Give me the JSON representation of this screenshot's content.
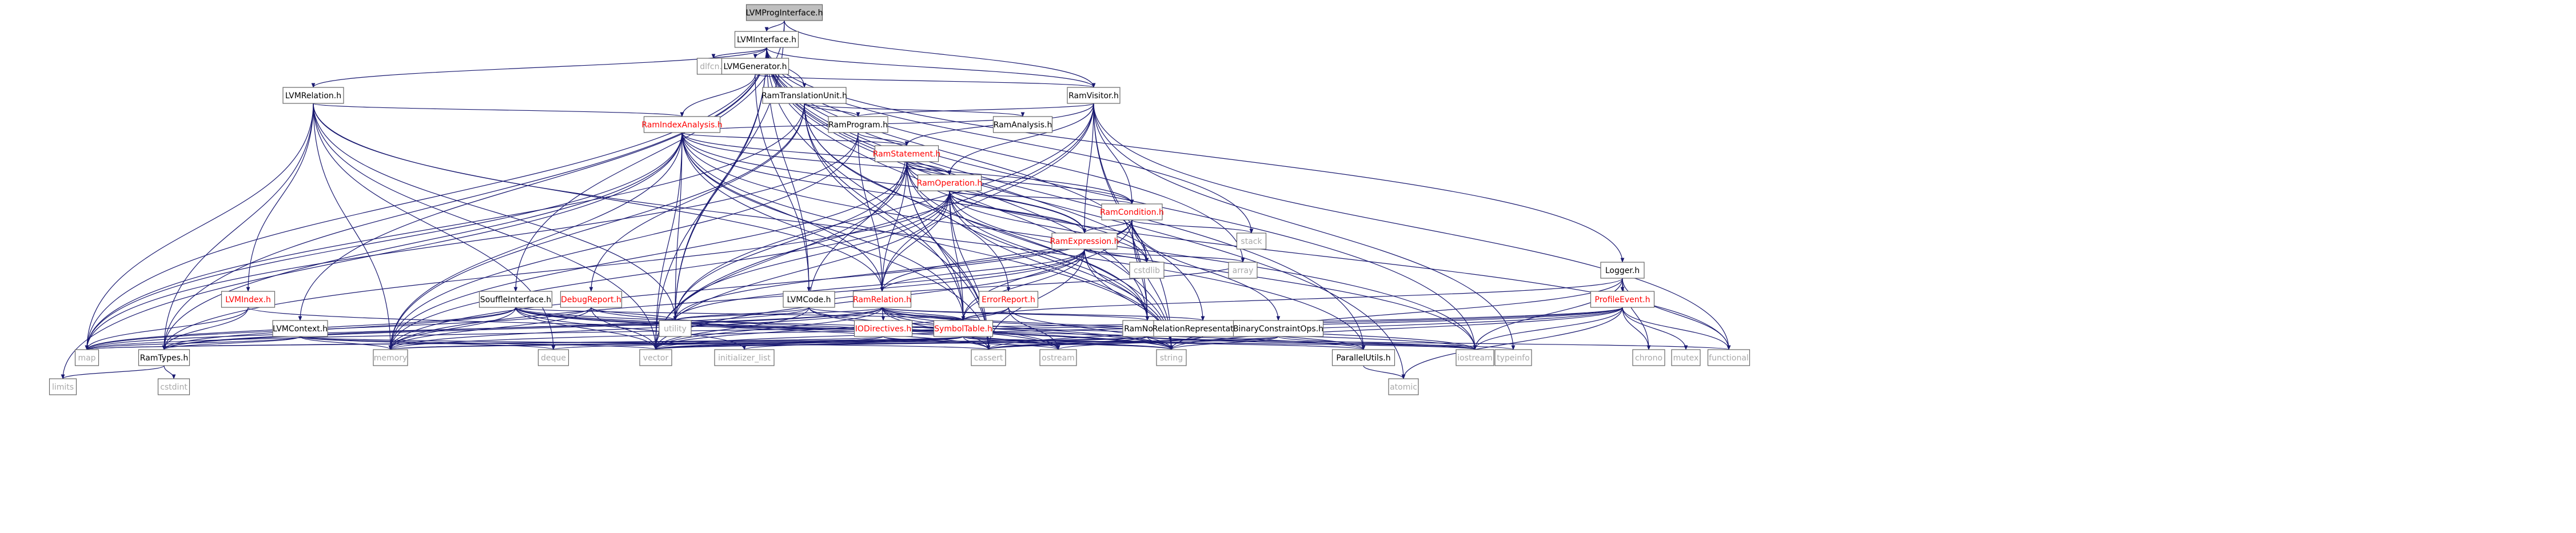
{
  "colors": {
    "edge": "#191970",
    "root_fill": "#bfbfbf",
    "node_fill": "#ffffff",
    "node_border": "#666666",
    "external_border": "#d3d3d3",
    "external_text": "#a9a9a9",
    "linked_text": "#000000",
    "incomplete_text": "#ff0000"
  },
  "nodes": [
    {
      "id": "LVMProgInterface.h",
      "label": "LVMProgInterface.h",
      "kind": "root"
    },
    {
      "id": "LVMInterface.h",
      "label": "LVMInterface.h",
      "kind": "linked"
    },
    {
      "id": "dlfcn.h",
      "label": "dlfcn.h",
      "kind": "external"
    },
    {
      "id": "LVMGenerator.h",
      "label": "LVMGenerator.h",
      "kind": "linked"
    },
    {
      "id": "RamTranslationUnit.h",
      "label": "RamTranslationUnit.h",
      "kind": "linked"
    },
    {
      "id": "LVMRelation.h",
      "label": "LVMRelation.h",
      "kind": "linked"
    },
    {
      "id": "RamVisitor.h",
      "label": "RamVisitor.h",
      "kind": "linked"
    },
    {
      "id": "RamIndexAnalysis.h",
      "label": "RamIndexAnalysis.h",
      "kind": "incomplete"
    },
    {
      "id": "RamProgram.h",
      "label": "RamProgram.h",
      "kind": "linked"
    },
    {
      "id": "RamAnalysis.h",
      "label": "RamAnalysis.h",
      "kind": "linked"
    },
    {
      "id": "RamStatement.h",
      "label": "RamStatement.h",
      "kind": "incomplete"
    },
    {
      "id": "RamOperation.h",
      "label": "RamOperation.h",
      "kind": "incomplete"
    },
    {
      "id": "RamCondition.h",
      "label": "RamCondition.h",
      "kind": "incomplete"
    },
    {
      "id": "RamExpression.h",
      "label": "RamExpression.h",
      "kind": "incomplete"
    },
    {
      "id": "stack",
      "label": "stack",
      "kind": "external"
    },
    {
      "id": "cstdlib",
      "label": "cstdlib",
      "kind": "external"
    },
    {
      "id": "array",
      "label": "array",
      "kind": "external"
    },
    {
      "id": "Logger.h",
      "label": "Logger.h",
      "kind": "linked"
    },
    {
      "id": "ProfileEvent.h",
      "label": "ProfileEvent.h",
      "kind": "incomplete"
    },
    {
      "id": "LVMIndex.h",
      "label": "LVMIndex.h",
      "kind": "incomplete"
    },
    {
      "id": "SouffleInterface.h",
      "label": "SouffleInterface.h",
      "kind": "linked"
    },
    {
      "id": "DebugReport.h",
      "label": "DebugReport.h",
      "kind": "incomplete"
    },
    {
      "id": "LVMCode.h",
      "label": "LVMCode.h",
      "kind": "linked"
    },
    {
      "id": "RamRelation.h",
      "label": "RamRelation.h",
      "kind": "incomplete"
    },
    {
      "id": "ErrorReport.h",
      "label": "ErrorReport.h",
      "kind": "incomplete"
    },
    {
      "id": "LVMContext.h",
      "label": "LVMContext.h",
      "kind": "linked"
    },
    {
      "id": "IODirectives.h",
      "label": "IODirectives.h",
      "kind": "incomplete"
    },
    {
      "id": "SymbolTable.h",
      "label": "SymbolTable.h",
      "kind": "incomplete"
    },
    {
      "id": "RamNode.h",
      "label": "RamNode.h",
      "kind": "linked"
    },
    {
      "id": "RelationRepresentation.h",
      "label": "RelationRepresentation.h",
      "kind": "linked"
    },
    {
      "id": "BinaryConstraintOps.h",
      "label": "BinaryConstraintOps.h",
      "kind": "linked"
    },
    {
      "id": "utility",
      "label": "utility",
      "kind": "external"
    },
    {
      "id": "map",
      "label": "map",
      "kind": "external"
    },
    {
      "id": "RamTypes.h",
      "label": "RamTypes.h",
      "kind": "linked"
    },
    {
      "id": "memory",
      "label": "memory",
      "kind": "external"
    },
    {
      "id": "deque",
      "label": "deque",
      "kind": "external"
    },
    {
      "id": "vector",
      "label": "vector",
      "kind": "external"
    },
    {
      "id": "initializer_list",
      "label": "initializer_list",
      "kind": "external"
    },
    {
      "id": "cassert",
      "label": "cassert",
      "kind": "external"
    },
    {
      "id": "ostream",
      "label": "ostream",
      "kind": "external"
    },
    {
      "id": "string",
      "label": "string",
      "kind": "external"
    },
    {
      "id": "ParallelUtils.h",
      "label": "ParallelUtils.h",
      "kind": "linked"
    },
    {
      "id": "iostream",
      "label": "iostream",
      "kind": "external"
    },
    {
      "id": "typeinfo",
      "label": "typeinfo",
      "kind": "external"
    },
    {
      "id": "chrono",
      "label": "chrono",
      "kind": "external"
    },
    {
      "id": "mutex",
      "label": "mutex",
      "kind": "external"
    },
    {
      "id": "functional",
      "label": "functional",
      "kind": "external"
    },
    {
      "id": "limits",
      "label": "limits",
      "kind": "external"
    },
    {
      "id": "cstdint",
      "label": "cstdint",
      "kind": "external"
    },
    {
      "id": "atomic",
      "label": "atomic",
      "kind": "external"
    }
  ],
  "edges": [
    [
      "LVMProgInterface.h",
      "LVMInterface.h"
    ],
    [
      "LVMProgInterface.h",
      "SouffleInterface.h"
    ],
    [
      "LVMProgInterface.h",
      "RamVisitor.h"
    ],
    [
      "LVMProgInterface.h",
      "utility"
    ],
    [
      "LVMInterface.h",
      "dlfcn.h"
    ],
    [
      "LVMInterface.h",
      "LVMGenerator.h"
    ],
    [
      "LVMInterface.h",
      "RamTranslationUnit.h"
    ],
    [
      "LVMInterface.h",
      "LVMRelation.h"
    ],
    [
      "LVMInterface.h",
      "RamVisitor.h"
    ],
    [
      "LVMInterface.h",
      "Logger.h"
    ],
    [
      "LVMInterface.h",
      "LVMCode.h"
    ],
    [
      "LVMInterface.h",
      "LVMContext.h"
    ],
    [
      "LVMInterface.h",
      "RamTypes.h"
    ],
    [
      "LVMInterface.h",
      "map"
    ],
    [
      "LVMInterface.h",
      "vector"
    ],
    [
      "LVMInterface.h",
      "utility"
    ],
    [
      "LVMInterface.h",
      "cassert"
    ],
    [
      "LVMInterface.h",
      "string"
    ],
    [
      "LVMInterface.h",
      "iostream"
    ],
    [
      "LVMInterface.h",
      "atomic"
    ],
    [
      "LVMInterface.h",
      "stack"
    ],
    [
      "LVMInterface.h",
      "cstdlib"
    ],
    [
      "LVMInterface.h",
      "array"
    ],
    [
      "LVMInterface.h",
      "RamNode.h"
    ],
    [
      "LVMInterface.h",
      "ParallelUtils.h"
    ],
    [
      "LVMInterface.h",
      "RelationRepresentation.h"
    ],
    [
      "LVMGenerator.h",
      "RamIndexAnalysis.h"
    ],
    [
      "LVMGenerator.h",
      "LVMCode.h"
    ],
    [
      "LVMGenerator.h",
      "RamVisitor.h"
    ],
    [
      "RamTranslationUnit.h",
      "RamProgram.h"
    ],
    [
      "RamTranslationUnit.h",
      "RamAnalysis.h"
    ],
    [
      "RamTranslationUnit.h",
      "DebugReport.h"
    ],
    [
      "RamTranslationUnit.h",
      "ErrorReport.h"
    ],
    [
      "RamTranslationUnit.h",
      "SymbolTable.h"
    ],
    [
      "RamTranslationUnit.h",
      "map"
    ],
    [
      "RamTranslationUnit.h",
      "memory"
    ],
    [
      "RamTranslationUnit.h",
      "string"
    ],
    [
      "RamTranslationUnit.h",
      "cassert"
    ],
    [
      "LVMRelation.h",
      "LVMIndex.h"
    ],
    [
      "LVMRelation.h",
      "RamIndexAnalysis.h"
    ],
    [
      "LVMRelation.h",
      "RamRelation.h"
    ],
    [
      "LVMRelation.h",
      "RamTypes.h"
    ],
    [
      "LVMRelation.h",
      "map"
    ],
    [
      "LVMRelation.h",
      "memory"
    ],
    [
      "LVMRelation.h",
      "deque"
    ],
    [
      "LVMRelation.h",
      "vector"
    ],
    [
      "LVMRelation.h",
      "utility"
    ],
    [
      "LVMRelation.h",
      "ParallelUtils.h"
    ],
    [
      "RamVisitor.h",
      "RamProgram.h"
    ],
    [
      "RamVisitor.h",
      "RamStatement.h"
    ],
    [
      "RamVisitor.h",
      "RamOperation.h"
    ],
    [
      "RamVisitor.h",
      "RamCondition.h"
    ],
    [
      "RamVisitor.h",
      "RamExpression.h"
    ],
    [
      "RamVisitor.h",
      "RamRelation.h"
    ],
    [
      "RamVisitor.h",
      "RamNode.h"
    ],
    [
      "RamVisitor.h",
      "functional"
    ],
    [
      "RamVisitor.h",
      "typeinfo"
    ],
    [
      "RamVisitor.h",
      "vector"
    ],
    [
      "RamVisitor.h",
      "utility"
    ],
    [
      "RamVisitor.h",
      "string"
    ],
    [
      "RamIndexAnalysis.h",
      "RamAnalysis.h"
    ],
    [
      "RamIndexAnalysis.h",
      "RamStatement.h"
    ],
    [
      "RamIndexAnalysis.h",
      "RamOperation.h"
    ],
    [
      "RamIndexAnalysis.h",
      "RamCondition.h"
    ],
    [
      "RamIndexAnalysis.h",
      "RamExpression.h"
    ],
    [
      "RamIndexAnalysis.h",
      "RamRelation.h"
    ],
    [
      "RamIndexAnalysis.h",
      "RamTypes.h"
    ],
    [
      "RamIndexAnalysis.h",
      "map"
    ],
    [
      "RamIndexAnalysis.h",
      "memory"
    ],
    [
      "RamIndexAnalysis.h",
      "vector"
    ],
    [
      "RamIndexAnalysis.h",
      "utility"
    ],
    [
      "RamIndexAnalysis.h",
      "cassert"
    ],
    [
      "RamIndexAnalysis.h",
      "string"
    ],
    [
      "RamIndexAnalysis.h",
      "iostream"
    ],
    [
      "RamIndexAnalysis.h",
      "limits"
    ],
    [
      "RamIndexAnalysis.h",
      "cstdlib"
    ],
    [
      "RamIndexAnalysis.h",
      "SymbolTable.h"
    ],
    [
      "RamProgram.h",
      "RamStatement.h"
    ],
    [
      "RamProgram.h",
      "RamRelation.h"
    ],
    [
      "RamProgram.h",
      "memory"
    ],
    [
      "RamProgram.h",
      "map"
    ],
    [
      "RamStatement.h",
      "RamOperation.h"
    ],
    [
      "RamStatement.h",
      "RamRelation.h"
    ],
    [
      "RamStatement.h",
      "RamNode.h"
    ],
    [
      "RamStatement.h",
      "RamExpression.h"
    ],
    [
      "RamStatement.h",
      "RamCondition.h"
    ],
    [
      "RamStatement.h",
      "SymbolTable.h"
    ],
    [
      "RamStatement.h",
      "memory"
    ],
    [
      "RamStatement.h",
      "vector"
    ],
    [
      "RamStatement.h",
      "utility"
    ],
    [
      "RamStatement.h",
      "string"
    ],
    [
      "RamStatement.h",
      "cassert"
    ],
    [
      "RamStatement.h",
      "functional"
    ],
    [
      "RamOperation.h",
      "RamCondition.h"
    ],
    [
      "RamOperation.h",
      "RamExpression.h"
    ],
    [
      "RamOperation.h",
      "RamRelation.h"
    ],
    [
      "RamOperation.h",
      "RamNode.h"
    ],
    [
      "RamOperation.h",
      "RamTypes.h"
    ],
    [
      "RamOperation.h",
      "SymbolTable.h"
    ],
    [
      "RamOperation.h",
      "memory"
    ],
    [
      "RamOperation.h",
      "vector"
    ],
    [
      "RamOperation.h",
      "utility"
    ],
    [
      "RamOperation.h",
      "cassert"
    ],
    [
      "RamOperation.h",
      "string"
    ],
    [
      "RamOperation.h",
      "iostream"
    ],
    [
      "RamOperation.h",
      "cstdlib"
    ],
    [
      "RamCondition.h",
      "RamExpression.h"
    ],
    [
      "RamCondition.h",
      "RamRelation.h"
    ],
    [
      "RamCondition.h",
      "RamNode.h"
    ],
    [
      "RamCondition.h",
      "BinaryConstraintOps.h"
    ],
    [
      "RamCondition.h",
      "SymbolTable.h"
    ],
    [
      "RamCondition.h",
      "stack"
    ],
    [
      "RamCondition.h",
      "cstdlib"
    ],
    [
      "RamCondition.h",
      "string"
    ],
    [
      "RamCondition.h",
      "memory"
    ],
    [
      "RamCondition.h",
      "utility"
    ],
    [
      "RamExpression.h",
      "RamRelation.h"
    ],
    [
      "RamExpression.h",
      "RamNode.h"
    ],
    [
      "RamExpression.h",
      "SymbolTable.h"
    ],
    [
      "RamExpression.h",
      "array"
    ],
    [
      "RamExpression.h",
      "cstdlib"
    ],
    [
      "RamExpression.h",
      "string"
    ],
    [
      "RamExpression.h",
      "memory"
    ],
    [
      "RamExpression.h",
      "utility"
    ],
    [
      "RamExpression.h",
      "vector"
    ],
    [
      "RamExpression.h",
      "cassert"
    ],
    [
      "Logger.h",
      "ProfileEvent.h"
    ],
    [
      "Logger.h",
      "SymbolTable.h"
    ],
    [
      "Logger.h",
      "chrono"
    ],
    [
      "Logger.h",
      "functional"
    ],
    [
      "Logger.h",
      "iostream"
    ],
    [
      "Logger.h",
      "string"
    ],
    [
      "ProfileEvent.h",
      "chrono"
    ],
    [
      "ProfileEvent.h",
      "mutex"
    ],
    [
      "ProfileEvent.h",
      "functional"
    ],
    [
      "ProfileEvent.h",
      "atomic"
    ],
    [
      "ProfileEvent.h",
      "iostream"
    ],
    [
      "ProfileEvent.h",
      "string"
    ],
    [
      "ProfileEvent.h",
      "map"
    ],
    [
      "ProfileEvent.h",
      "memory"
    ],
    [
      "ProfileEvent.h",
      "vector"
    ],
    [
      "ProfileEvent.h",
      "cassert"
    ],
    [
      "LVMIndex.h",
      "RamTypes.h"
    ],
    [
      "LVMIndex.h",
      "ParallelUtils.h"
    ],
    [
      "LVMIndex.h",
      "map"
    ],
    [
      "SouffleInterface.h",
      "RamTypes.h"
    ],
    [
      "SouffleInterface.h",
      "SymbolTable.h"
    ],
    [
      "SouffleInterface.h",
      "map"
    ],
    [
      "SouffleInterface.h",
      "memory"
    ],
    [
      "SouffleInterface.h",
      "vector"
    ],
    [
      "SouffleInterface.h",
      "cassert"
    ],
    [
      "SouffleInterface.h",
      "string"
    ],
    [
      "SouffleInterface.h",
      "iostream"
    ],
    [
      "SouffleInterface.h",
      "initializer_list"
    ],
    [
      "SouffleInterface.h",
      "ostream"
    ],
    [
      "DebugReport.h",
      "map"
    ],
    [
      "DebugReport.h",
      "memory"
    ],
    [
      "DebugReport.h",
      "vector"
    ],
    [
      "DebugReport.h",
      "utility"
    ],
    [
      "DebugReport.h",
      "string"
    ],
    [
      "DebugReport.h",
      "sstream_alias"
    ],
    [
      "LVMCode.h",
      "RamStatement.h"
    ],
    [
      "LVMCode.h",
      "SymbolTable.h"
    ],
    [
      "LVMCode.h",
      "RamTypes.h"
    ],
    [
      "LVMCode.h",
      "vector"
    ],
    [
      "LVMCode.h",
      "utility"
    ],
    [
      "LVMCode.h",
      "array"
    ],
    [
      "LVMCode.h",
      "string"
    ],
    [
      "LVMCode.h",
      "ostream"
    ],
    [
      "RamRelation.h",
      "RamNode.h"
    ],
    [
      "RamRelation.h",
      "IODirectives.h"
    ],
    [
      "RamRelation.h",
      "SymbolTable.h"
    ],
    [
      "RamRelation.h",
      "RelationRepresentation.h"
    ],
    [
      "RamRelation.h",
      "RamTypes.h"
    ],
    [
      "RamRelation.h",
      "ParallelUtils.h"
    ],
    [
      "RamRelation.h",
      "map"
    ],
    [
      "RamRelation.h",
      "memory"
    ],
    [
      "RamRelation.h",
      "vector"
    ],
    [
      "RamRelation.h",
      "utility"
    ],
    [
      "RamRelation.h",
      "string"
    ],
    [
      "RamRelation.h",
      "cassert"
    ],
    [
      "RamRelation.h",
      "iostream"
    ],
    [
      "RamRelation.h",
      "ostream"
    ],
    [
      "ErrorReport.h",
      "SymbolTable.h"
    ],
    [
      "ErrorReport.h",
      "string"
    ],
    [
      "ErrorReport.h",
      "vector"
    ],
    [
      "ErrorReport.h",
      "ostream"
    ],
    [
      "LVMContext.h",
      "RamTypes.h"
    ],
    [
      "LVMContext.h",
      "memory"
    ],
    [
      "LVMContext.h",
      "vector"
    ],
    [
      "LVMContext.h",
      "deque"
    ],
    [
      "LVMContext.h",
      "cassert"
    ],
    [
      "LVMContext.h",
      "map"
    ],
    [
      "IODirectives.h",
      "map"
    ],
    [
      "IODirectives.h",
      "string"
    ],
    [
      "IODirectives.h",
      "vector"
    ],
    [
      "IODirectives.h",
      "ostream"
    ],
    [
      "SymbolTable.h",
      "ParallelUtils.h"
    ],
    [
      "SymbolTable.h",
      "deque"
    ],
    [
      "SymbolTable.h",
      "initializer_list"
    ],
    [
      "SymbolTable.h",
      "iostream"
    ],
    [
      "SymbolTable.h",
      "memory"
    ],
    [
      "SymbolTable.h",
      "string"
    ],
    [
      "SymbolTable.h",
      "cassert"
    ],
    [
      "SymbolTable.h",
      "vector"
    ],
    [
      "SymbolTable.h",
      "map"
    ],
    [
      "SymbolTable.h",
      "utility"
    ],
    [
      "RamNode.h",
      "cassert"
    ],
    [
      "RamNode.h",
      "vector"
    ],
    [
      "RamNode.h",
      "string"
    ],
    [
      "RamNode.h",
      "iostream"
    ],
    [
      "RamNode.h",
      "typeinfo"
    ],
    [
      "RamNode.h",
      "memory"
    ],
    [
      "RamNode.h",
      "functional"
    ],
    [
      "RelationRepresentation.h",
      "cassert"
    ],
    [
      "RelationRepresentation.h",
      "ostream"
    ],
    [
      "BinaryConstraintOps.h",
      "cassert"
    ],
    [
      "BinaryConstraintOps.h",
      "string"
    ],
    [
      "BinaryConstraintOps.h",
      "vector"
    ],
    [
      "BinaryConstraintOps.h",
      "iostream"
    ],
    [
      "RamTypes.h",
      "limits"
    ],
    [
      "RamTypes.h",
      "cstdint"
    ],
    [
      "ParallelUtils.h",
      "atomic"
    ]
  ]
}
